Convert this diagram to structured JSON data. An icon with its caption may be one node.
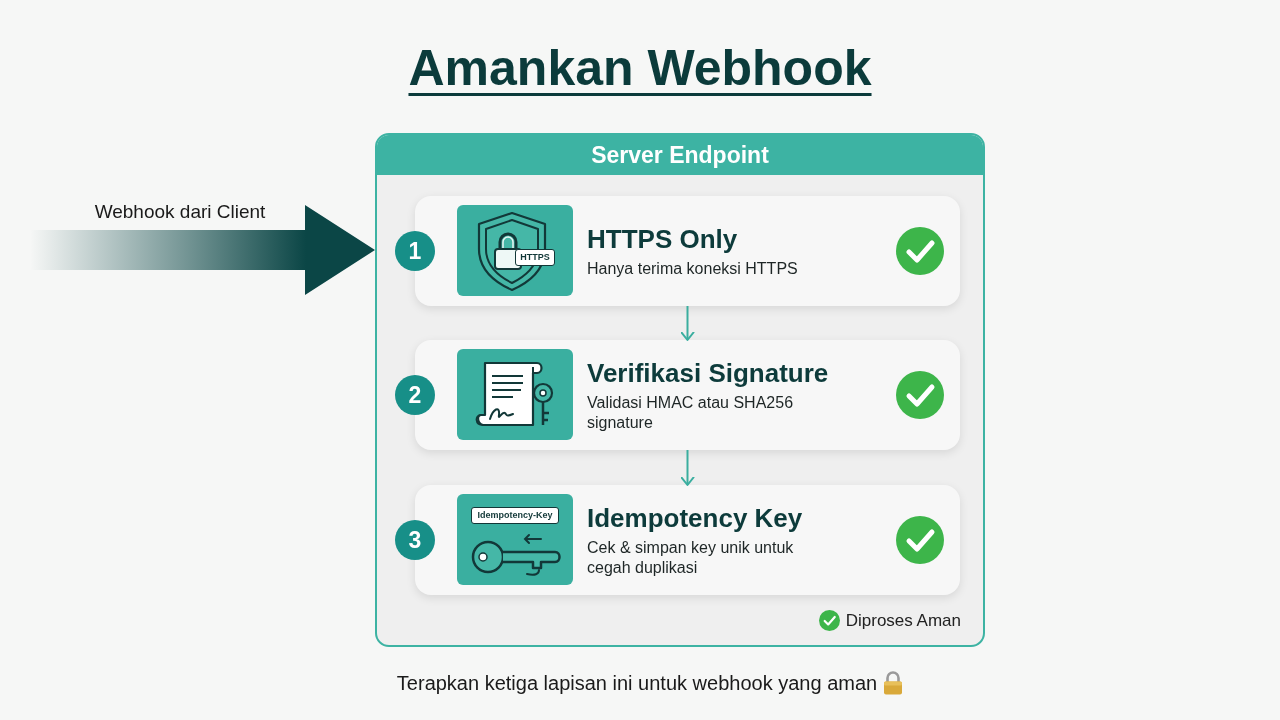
{
  "diagram": {
    "title": "Amankan Webhook",
    "caption": "Terapkan ketiga lapisan ini untuk webhook yang aman",
    "nodes": [
      {
        "text": [
          "Server Endpoint"
        ]
      },
      {
        "text": [
          "1"
        ],
        "in": 0
      },
      {
        "text": [
          "HTTPS Only",
          "Hanya terima koneksi HTTPS"
        ],
        "in": 0
      },
      {
        "text": [
          "2"
        ],
        "in": 0
      },
      {
        "text": [
          "Verifikasi Signature",
          "Validasi HMAC atau SHA256 signature"
        ],
        "in": 0
      },
      {
        "text": [
          "3"
        ],
        "in": 0
      },
      {
        "text": [
          "Idempotency Key",
          "Cek & simpan key unik untuk cegah duplikasi"
        ],
        "in": 0
      }
    ],
    "edges": [
      {
        "from": null,
        "to": 0,
        "arrow": "to",
        "label": "Webhook dari Client",
        "style": "thick",
        "color": "#0b4646"
      },
      {
        "from": 2,
        "to": 4,
        "arrow": "to"
      },
      {
        "from": 4,
        "to": 6,
        "arrow": "to"
      }
    ],
    "labels": [
      "HTTPS",
      "Idempotency-Key",
      "Diproses Aman"
    ]
  }
}
